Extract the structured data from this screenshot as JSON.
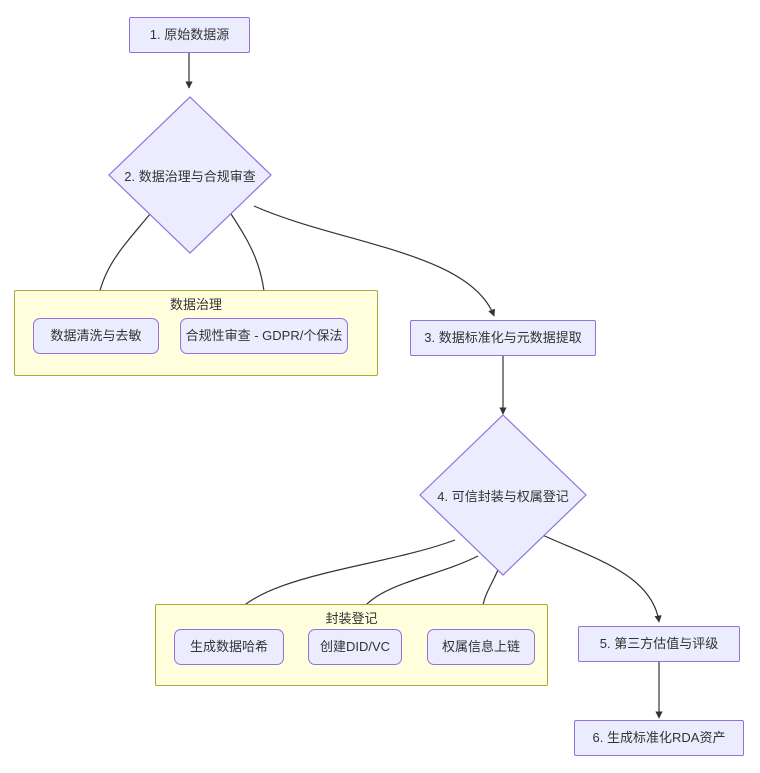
{
  "diagram": {
    "type": "flowchart",
    "direction": "top-down",
    "theme": {
      "node_fill": "#ececff",
      "node_stroke": "#9370db",
      "subgraph_fill": "#ffffde",
      "subgraph_stroke": "#aaaa33",
      "edge_stroke": "#333333",
      "text_color": "#333333",
      "background": "#ffffff"
    },
    "nodes": [
      {
        "id": "n1",
        "label": "1. 原始数据源",
        "shape": "rect"
      },
      {
        "id": "n2",
        "label": "2. 数据治理与合规审查",
        "shape": "diamond"
      },
      {
        "id": "n3",
        "label": "3. 数据标准化与元数据提取",
        "shape": "rect"
      },
      {
        "id": "n4",
        "label": "4. 可信封装与权属登记",
        "shape": "diamond"
      },
      {
        "id": "n5",
        "label": "5. 第三方估值与评级",
        "shape": "rect"
      },
      {
        "id": "n6",
        "label": "6. 生成标准化RDA资产",
        "shape": "rect"
      },
      {
        "id": "g1a",
        "label": "数据清洗与去敏",
        "shape": "rounded"
      },
      {
        "id": "g1b",
        "label": "合规性审查 - GDPR/个保法",
        "shape": "rounded"
      },
      {
        "id": "g2a",
        "label": "生成数据哈希",
        "shape": "rounded"
      },
      {
        "id": "g2b",
        "label": "创建DID/VC",
        "shape": "rounded"
      },
      {
        "id": "g2c",
        "label": "权属信息上链",
        "shape": "rounded"
      }
    ],
    "subgraphs": [
      {
        "id": "sg1",
        "label": "数据治理",
        "members": [
          "g1a",
          "g1b"
        ]
      },
      {
        "id": "sg2",
        "label": "封装登记",
        "members": [
          "g2a",
          "g2b",
          "g2c"
        ]
      }
    ],
    "edges": [
      {
        "from": "n1",
        "to": "n2"
      },
      {
        "from": "n2",
        "to": "g1a"
      },
      {
        "from": "n2",
        "to": "g1b"
      },
      {
        "from": "n2",
        "to": "n3"
      },
      {
        "from": "n3",
        "to": "n4"
      },
      {
        "from": "n4",
        "to": "g2a"
      },
      {
        "from": "n4",
        "to": "g2b"
      },
      {
        "from": "n4",
        "to": "g2c"
      },
      {
        "from": "n4",
        "to": "n5"
      },
      {
        "from": "n5",
        "to": "n6"
      }
    ]
  }
}
